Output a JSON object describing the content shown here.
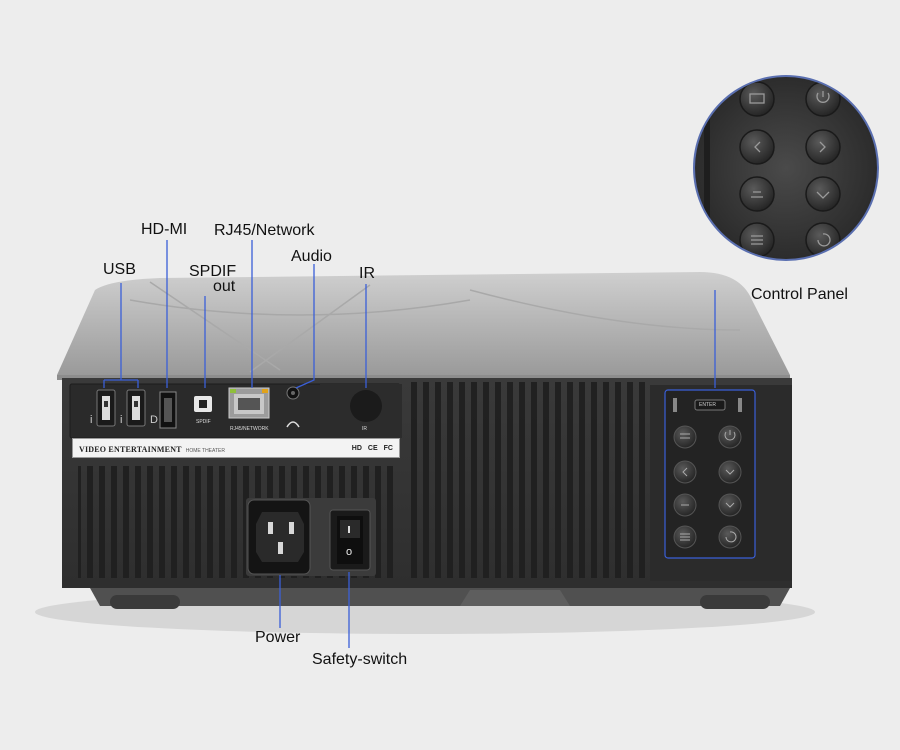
{
  "labels": {
    "usb": "USB",
    "hdmi": "HD-MI",
    "rj45": "RJ45/Network",
    "audio": "Audio",
    "spdif_line1": "SPDIF",
    "spdif_line2": "out",
    "ir": "IR",
    "control_panel": "Control Panel",
    "power": "Power",
    "safety_switch": "Safety-switch"
  },
  "port_labels": {
    "spdif": "SPDIF",
    "network": "RJ45/NETWORK",
    "ir": "IR"
  },
  "strip": {
    "brand": "VIDEO ENTERTAINMENT",
    "sub": "HOME THEATER",
    "logos": [
      "HD",
      "CE",
      "FC"
    ]
  },
  "panel": {
    "enter": "ENTER"
  },
  "colors": {
    "callout": "#3a5fd8",
    "body": "#3c3c3c",
    "top": "#b9b9b9"
  }
}
